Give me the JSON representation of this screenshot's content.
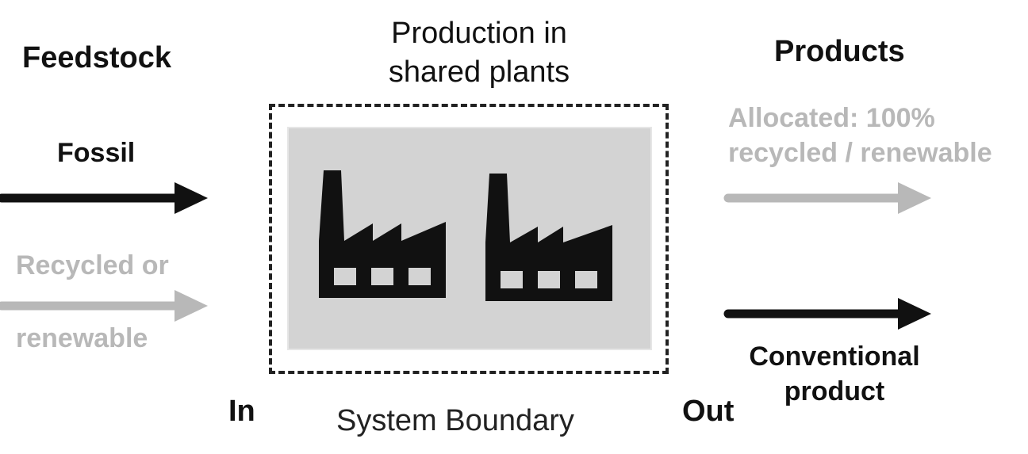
{
  "headings": {
    "feedstock": "Feedstock",
    "products": "Products",
    "production": "Production in shared plants"
  },
  "inputs": {
    "fossil": "Fossil",
    "recycled_line1": "Recycled or",
    "recycled_line2": "renewable"
  },
  "outputs": {
    "allocated_line1": "Allocated: 100%",
    "allocated_line2": "recycled / renewable",
    "conventional": "Conventional product"
  },
  "boundary": {
    "in": "In",
    "out": "Out",
    "label": "System Boundary"
  },
  "colors": {
    "fossil_flow": "#111111",
    "recycled_flow": "#b8b8b8",
    "plant_area": "#d3d3d3",
    "factory": "#111111",
    "factory_windows": "#d3d3d3"
  },
  "icons": [
    "factory-icon",
    "factory-icon",
    "arrow-right-icon"
  ]
}
